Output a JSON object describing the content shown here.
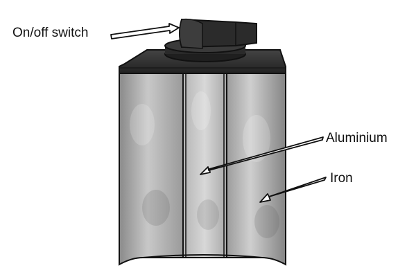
{
  "labels": {
    "switch": "On/off switch",
    "aluminium": "Aluminium",
    "iron": "Iron"
  },
  "colors": {
    "metal_light": "#d4d4d4",
    "metal_mid": "#a9a9a9",
    "metal_dark": "#7a7a7a",
    "cap": "#2e2e2e",
    "cap_edge": "#1a1a1a",
    "outline": "#111111",
    "arrow_fill": "#ffffff"
  }
}
